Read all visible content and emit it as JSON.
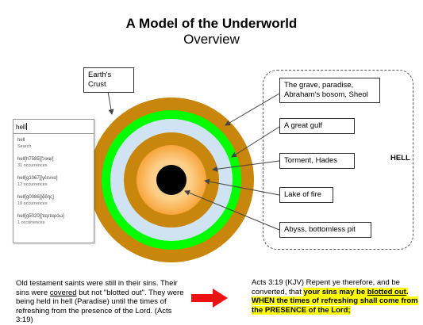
{
  "title": "A Model of the Underworld",
  "subtitle": "Overview",
  "labels": {
    "earth_crust": "Earth's Crust",
    "grave": "The grave, paradise, Abraham's bosom, Sheol",
    "gulf": "A great gulf",
    "torment": "Torment, Hades",
    "lake": "Lake of fire",
    "abyss": "Abyss, bottomless pit",
    "hell": "HELL"
  },
  "colors": {
    "crust": "#c8860d",
    "paradise": "#00ff00",
    "gulf": "#cfe3f3",
    "torment": "#c8860d",
    "lake_outer": "#f7a53c",
    "lake_inner": "#fcd08a",
    "abyss": "#000000",
    "highlight": "#ffff00",
    "arrow": "#ee1111"
  },
  "search": {
    "query": "hell",
    "results": [
      {
        "title": "hell",
        "sub": "Search"
      },
      {
        "title": "hell[h7585][שְׁאוֹל]",
        "sub": "31 occurrences"
      },
      {
        "title": "hell[g1067][γέεννα]",
        "sub": "12 occurrences"
      },
      {
        "title": "hell[g0086][ᾅδης]",
        "sub": "10 occurrences"
      },
      {
        "title": "hell[g5020][ταρταρόω]",
        "sub": "1 occurrences"
      }
    ]
  },
  "bottom_left": {
    "t1": "Old testament saints were still in their sins. Their sins were ",
    "covered": "covered",
    "t2": " but not \"blotted out\". They were being held in hell (Paradise) until the times of refreshing from the presence of the Lord. (Acts 3:19)"
  },
  "bottom_right": {
    "t1": "Acts 3:19 (KJV) Repent ye therefore, and be converted, that ",
    "h1": "your sins may be ",
    "h2": "blotted out",
    "h3": ". WHEN the times of refreshing shall come from the PRESENCE of the Lord;"
  }
}
